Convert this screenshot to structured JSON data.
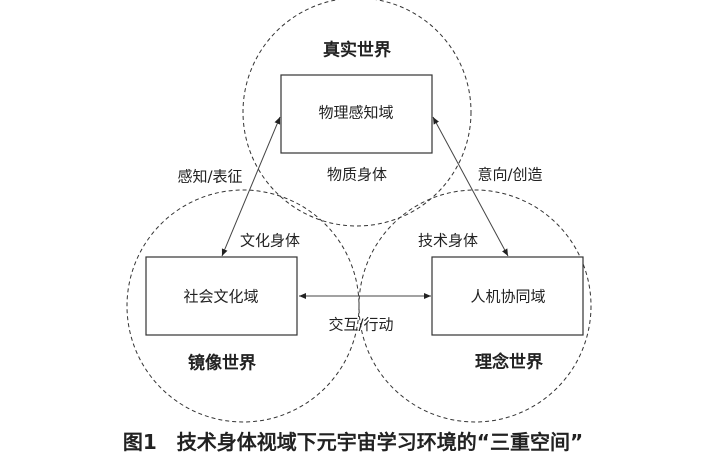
{
  "worlds": {
    "real": "真实世界",
    "mirror": "镜像世界",
    "ideal": "理念世界"
  },
  "domains": {
    "physical": "物理感知域",
    "social": "社会文化域",
    "humanmachine": "人机协同域"
  },
  "bodies": {
    "material": "物质身体",
    "cultural": "文化身体",
    "technical": "技术身体"
  },
  "relations": {
    "perceive": "感知/表征",
    "intend": "意向/创造",
    "interact": "交互/行动"
  },
  "caption": "图1　技术身体视域下元宇宙学习环境的“三重空间”"
}
